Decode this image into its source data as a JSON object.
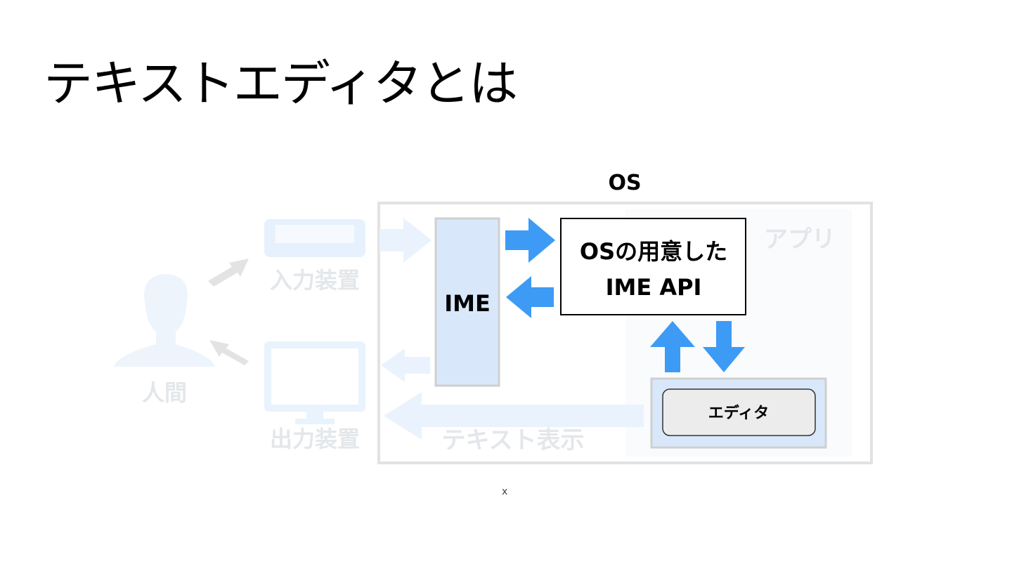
{
  "title": "テキストエディタとは",
  "diagram": {
    "os_label": "OS",
    "app_label": "アプリ",
    "ime_label": "IME",
    "ime_api_line1": "OSの用意した",
    "ime_api_line2": "IME API",
    "editor_label": "エディタ",
    "human_label": "人間",
    "input_device_label": "入力装置",
    "output_device_label": "出力装置",
    "text_display_label": "テキスト表示",
    "colors": {
      "arrow_blue": "#3d9bf5",
      "faded_blue": "#e9f3fd",
      "ime_fill": "#d8e8fa",
      "box_border": "#cfcfcf",
      "faded_text": "#e2e6ea",
      "faded_arrow_gray": "#e6e6e6"
    }
  },
  "footnote": "x"
}
